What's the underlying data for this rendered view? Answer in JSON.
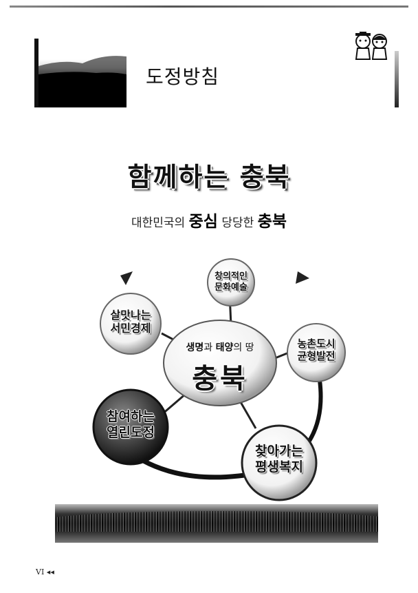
{
  "header": {
    "title": "도정방침"
  },
  "slogan": {
    "main": "함께하는 충북",
    "sub_pre": "대한민국의",
    "sub_strong1": "중심",
    "sub_mid": "당당한",
    "sub_strong2": "충북"
  },
  "diagram": {
    "center_word1": "생명",
    "center_conj": "과",
    "center_word2": "태양",
    "center_suffix": "의 땅",
    "center_title": "충북",
    "policies": [
      {
        "line1": "창의적인",
        "line2": "문화예술"
      },
      {
        "line1": "농촌도시",
        "line2": "균형발전"
      },
      {
        "line1": "찾아가는",
        "line2": "평생복지"
      },
      {
        "line1": "참여하는",
        "line2": "열린도정"
      },
      {
        "line1": "살맛나는",
        "line2": "서민경제"
      }
    ]
  },
  "footer": {
    "page": "VI",
    "arrows": "◂◂"
  }
}
